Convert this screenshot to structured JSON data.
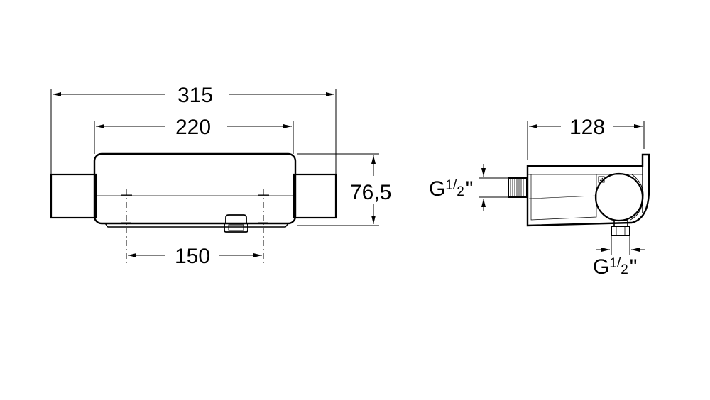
{
  "front_view": {
    "overall_width": "315",
    "body_width": "220",
    "height": "76,5",
    "fixing_centers": "150"
  },
  "side_view": {
    "depth": "128",
    "inlet_thread": {
      "prefix": "G",
      "num": "1",
      "den": "2",
      "suffix": "\""
    },
    "outlet_thread": {
      "prefix": "G",
      "num": "1",
      "den": "2",
      "suffix": "\""
    }
  }
}
